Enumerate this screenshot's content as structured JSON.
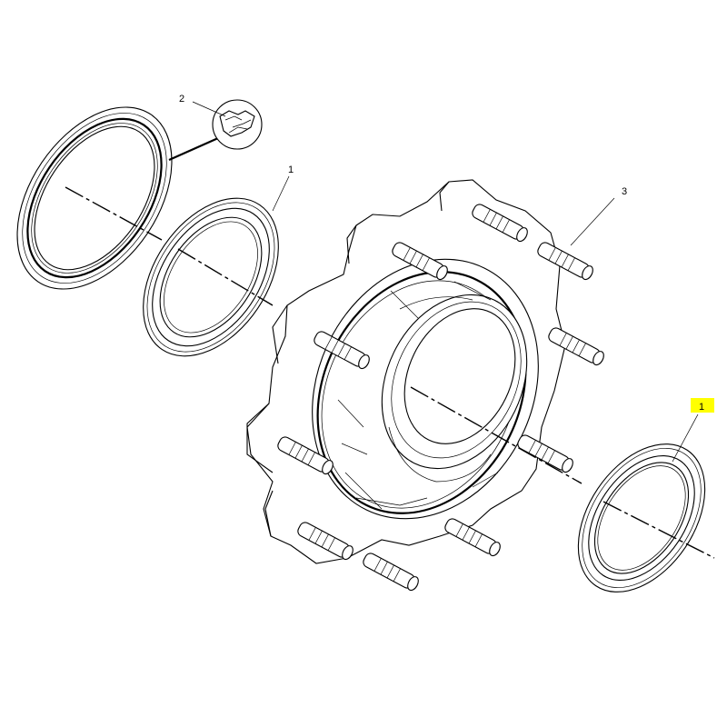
{
  "callouts": {
    "seal_left_outer": "2",
    "seal_left_inner": "1",
    "hub_studs": "3",
    "seal_right": "1"
  },
  "colors": {
    "line": "#000000",
    "background": "#ffffff",
    "highlight": "#ffff00"
  }
}
